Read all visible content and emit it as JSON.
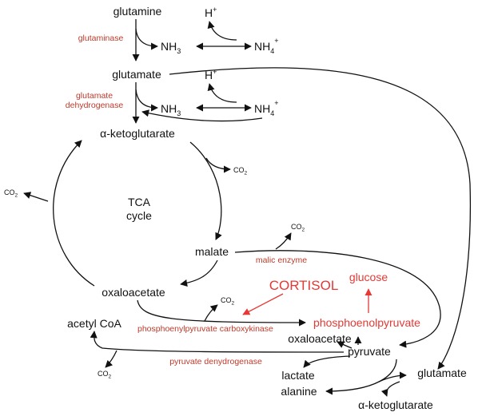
{
  "metabolites": {
    "glutamine": "glutamine",
    "glutamate": "glutamate",
    "alpha_ketoglutarate": "α-ketoglutarate",
    "malate": "malate",
    "oxaloacetate": "oxaloacetate",
    "acetyl_coa": "acetyl CoA",
    "pyruvate": "pyruvate",
    "oxaloacetate_2": "oxaloacetate",
    "lactate": "lactate",
    "alanine": "alanine",
    "glutamate_2": "glutamate",
    "alpha_ketoglutarate_2": "α-ketoglutarate",
    "glucose": "glucose",
    "phosphoenolpyruvate": "phosphoenolpyruvate"
  },
  "species": {
    "h": "H",
    "h_charge": "+",
    "nh3": "NH",
    "nh3_sub": "3",
    "nh4": "NH",
    "nh4_sub": "4",
    "nh4_charge": "+",
    "co2": "CO",
    "co2_sub": "2"
  },
  "enzymes": {
    "glutaminase": "glutaminase",
    "glutamate_dehydrogenase_1": "glutamate",
    "glutamate_dehydrogenase_2": "dehydrogenase",
    "malic_enzyme": "malic enzyme",
    "pepck": "phosphoenylpyruvate carboxykinase",
    "pyruvate_dehydrogenase": "pyruvate denydrogenase"
  },
  "cycle": {
    "line1": "TCA",
    "line2": "cycle"
  },
  "hormone": "CORTISOL",
  "colors": {
    "metabolite": "#111111",
    "enzyme": "#c0392b",
    "highlight": "#e53935"
  }
}
